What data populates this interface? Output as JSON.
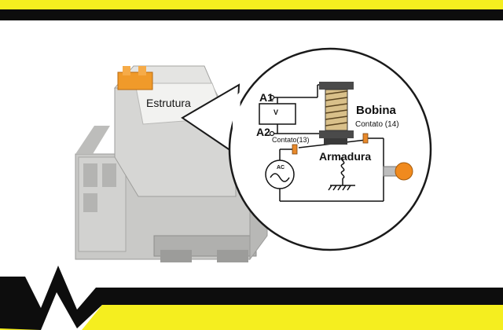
{
  "diagram": {
    "label_structure": "Estrutura",
    "label_coil": "Bobina",
    "label_contact_14": "Contato (14)",
    "label_contact_13": "Contato(13)",
    "label_armature": "Armadura",
    "terminal_a1": "A1",
    "terminal_a2": "A2",
    "voltmeter_symbol": "V",
    "source_symbol": "AC"
  },
  "colors": {
    "banner_yellow": "#f5ee1f",
    "line_black": "#0d0d0d",
    "relay_gray": "#c8c8c6",
    "connector_orange": "#f09a2a",
    "coil_tan": "#d9c08a",
    "contact_orange": "#e8892a"
  }
}
